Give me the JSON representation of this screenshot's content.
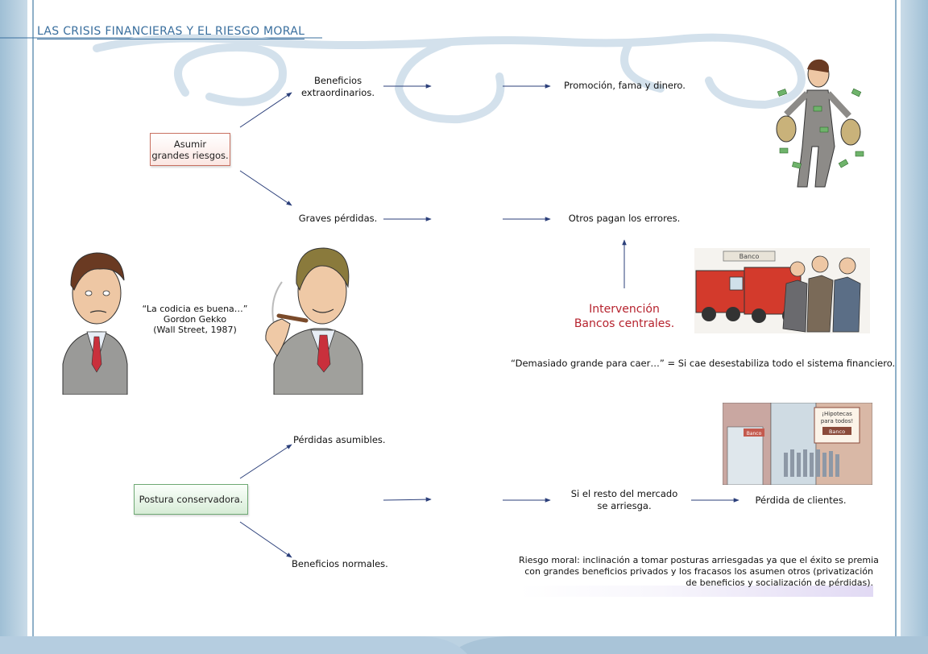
{
  "header": {
    "title": "LAS CRISIS FINANCIERAS Y EL RIESGO MORAL"
  },
  "diagram": {
    "risky_choice": {
      "line1": "Asumir",
      "line2": "grandes riesgos."
    },
    "extraordinary_benefits": {
      "line1": "Beneficios",
      "line2": "extraordinarios."
    },
    "promotion": "Promoción, fama y dinero.",
    "serious_losses": "Graves pérdidas.",
    "others_pay": "Otros pagan los errores.",
    "intervention": {
      "line1": "Intervención",
      "line2": "Bancos centrales."
    },
    "too_big": "“Demasiado grande para caer…” =  Si cae desestabiliza todo el sistema financiero.",
    "quote": {
      "line1": "“La codicia es buena…”",
      "line2": "Gordon Gekko",
      "line3": "(Wall Street, 1987)"
    },
    "conservative": "Postura conservadora.",
    "acceptable_losses": "Pérdidas asumibles.",
    "normal_benefits": "Beneficios normales.",
    "market_risk": {
      "line1": "Si el resto del mercado",
      "line2": "se arriesga."
    },
    "client_loss": "Pérdida de clientes.",
    "moral_hazard": {
      "line1": "Riesgo moral: inclinación a tomar posturas arriesgadas ya que el éxito se premia",
      "line2": "con grandes beneficios privados y los fracasos los asumen otros (privatización",
      "line3": "de beneficios y socialización de pérdidas)."
    }
  },
  "illustrations": {
    "bank_sign_top": "Banco",
    "poster_line1": "¡Hipotecas",
    "poster_line2": "para todos!",
    "poster_bank": "Banco",
    "bank_sign_street": "Banco"
  },
  "colors": {
    "title": "#3a6f9e",
    "arrow": "#2b3f7a",
    "risk_box_border": "#c87060",
    "conservative_box_border": "#6ea873",
    "intervention_text": "#b6232e",
    "frame_blue": "#a9c4d8"
  }
}
